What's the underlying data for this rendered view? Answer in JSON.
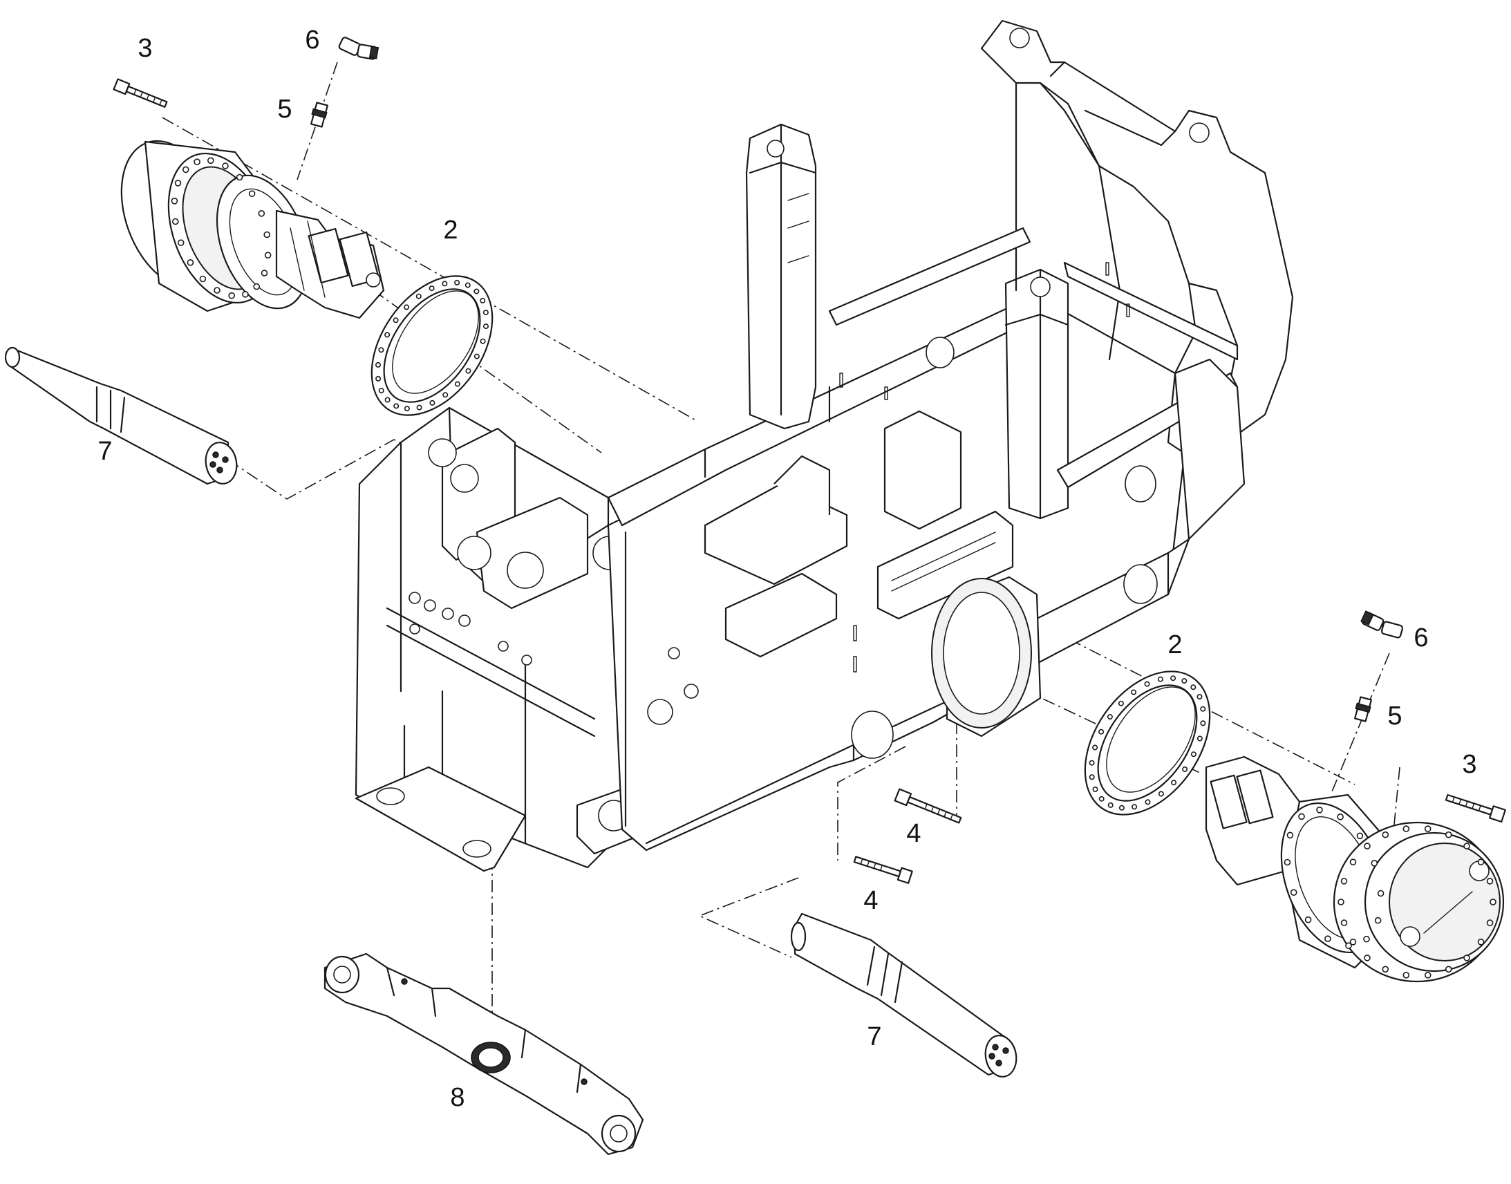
{
  "callouts": {
    "rim_left": "2",
    "rim_right": "2",
    "bolt_left": "3",
    "bolt_right": "3",
    "bolt_mid_upper": "4",
    "bolt_mid_lower": "4",
    "nipple_left": "5",
    "nipple_right": "5",
    "elbow_left": "6",
    "elbow_right": "6",
    "pin_left": "7",
    "pin_right": "7",
    "link_bar": "8"
  }
}
